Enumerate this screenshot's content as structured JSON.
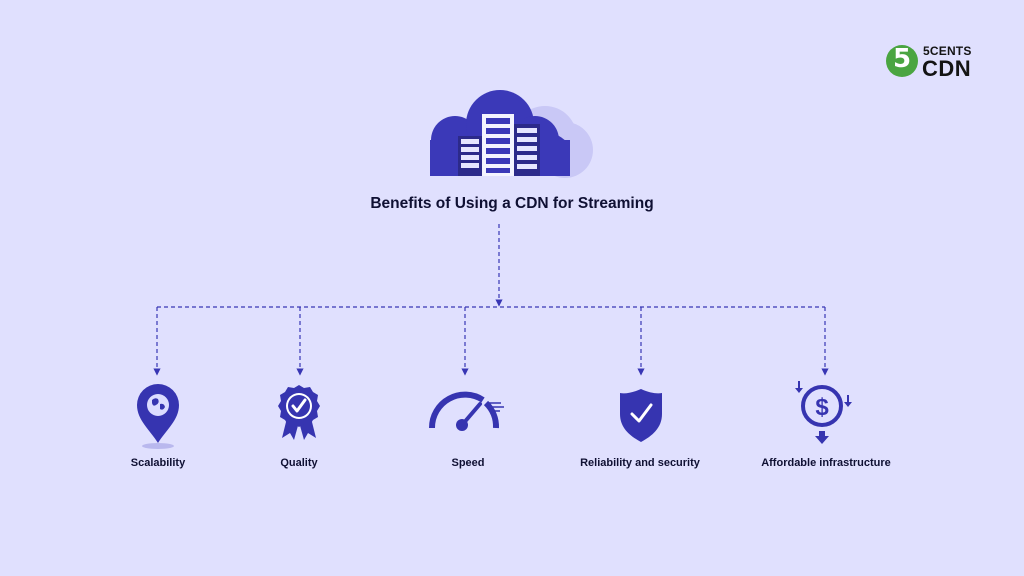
{
  "logo": {
    "number": "5",
    "top_text": "5CENTS",
    "bottom_text": "CDN"
  },
  "diagram": {
    "title": "Benefits of Using a CDN for Streaming",
    "items": [
      {
        "label": "Scalability",
        "icon": "location-pin-globe-icon"
      },
      {
        "label": "Quality",
        "icon": "award-badge-check-icon"
      },
      {
        "label": "Speed",
        "icon": "speedometer-icon"
      },
      {
        "label": "Reliability and security",
        "icon": "shield-check-icon"
      },
      {
        "label": "Affordable infrastructure",
        "icon": "dollar-cost-down-icon"
      }
    ]
  },
  "colors": {
    "background": "#e0e0fe",
    "accent": "#3634b0",
    "connector": "#3836b4",
    "logo_green": "#4aa541"
  }
}
